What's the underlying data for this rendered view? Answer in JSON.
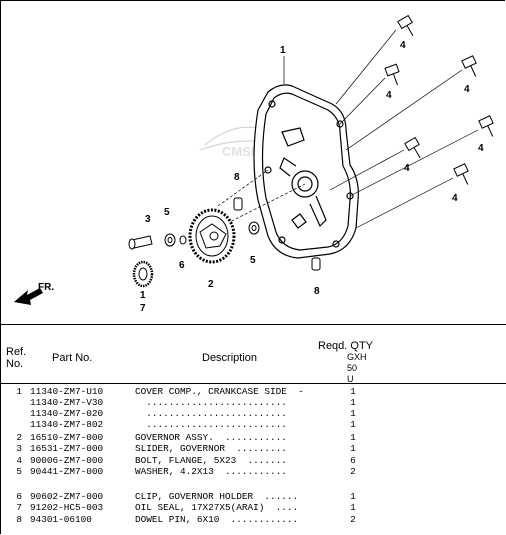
{
  "diagram": {
    "callouts": [
      "1",
      "4",
      "4",
      "4",
      "4",
      "4",
      "4",
      "8",
      "3",
      "5",
      "6",
      "2",
      "5",
      "1",
      "7",
      "8"
    ],
    "fr_label": "FR.",
    "watermark": "CMSNL"
  },
  "table": {
    "headers": {
      "ref": "Ref. No.",
      "part": "Part No.",
      "desc": "Description",
      "qty": "Reqd. QTY",
      "model": "GXH 50 U"
    },
    "rows": [
      {
        "ref": "1",
        "part": "11340-ZM7-U10",
        "desc": "COVER COMP., CRANKCASE SIDE  -",
        "qty": "1"
      },
      {
        "ref": "",
        "part": "11340-ZM7-V30",
        "desc": "  .........................",
        "qty": "1"
      },
      {
        "ref": "",
        "part": "11340-ZM7-020",
        "desc": "  .........................",
        "qty": "1"
      },
      {
        "ref": "",
        "part": "11340-ZM7-802",
        "desc": "  .........................",
        "qty": "1"
      },
      {
        "ref": "2",
        "part": "16510-ZM7-000",
        "desc": "GOVERNOR ASSY.  ...........",
        "qty": "1"
      },
      {
        "ref": "3",
        "part": "16531-ZM7-000",
        "desc": "SLIDER, GOVERNOR  .........",
        "qty": "1"
      },
      {
        "ref": "4",
        "part": "90006-ZM7-000",
        "desc": "BOLT, FLANGE, 5X23  .......",
        "qty": "6"
      },
      {
        "ref": "5",
        "part": "90441-ZM7-000",
        "desc": "WASHER, 4.2X13  ...........",
        "qty": "2"
      },
      {
        "ref": "6",
        "part": "90602-ZM7-000",
        "desc": "CLIP, GOVERNOR HOLDER  ......",
        "qty": "1"
      },
      {
        "ref": "7",
        "part": "91202-HC5-003",
        "desc": "OIL SEAL, 17X27X5(ARAI)  ....",
        "qty": "1"
      },
      {
        "ref": "8",
        "part": "94301-06100",
        "desc": "DOWEL PIN, 6X10  ............",
        "qty": "2"
      }
    ]
  }
}
